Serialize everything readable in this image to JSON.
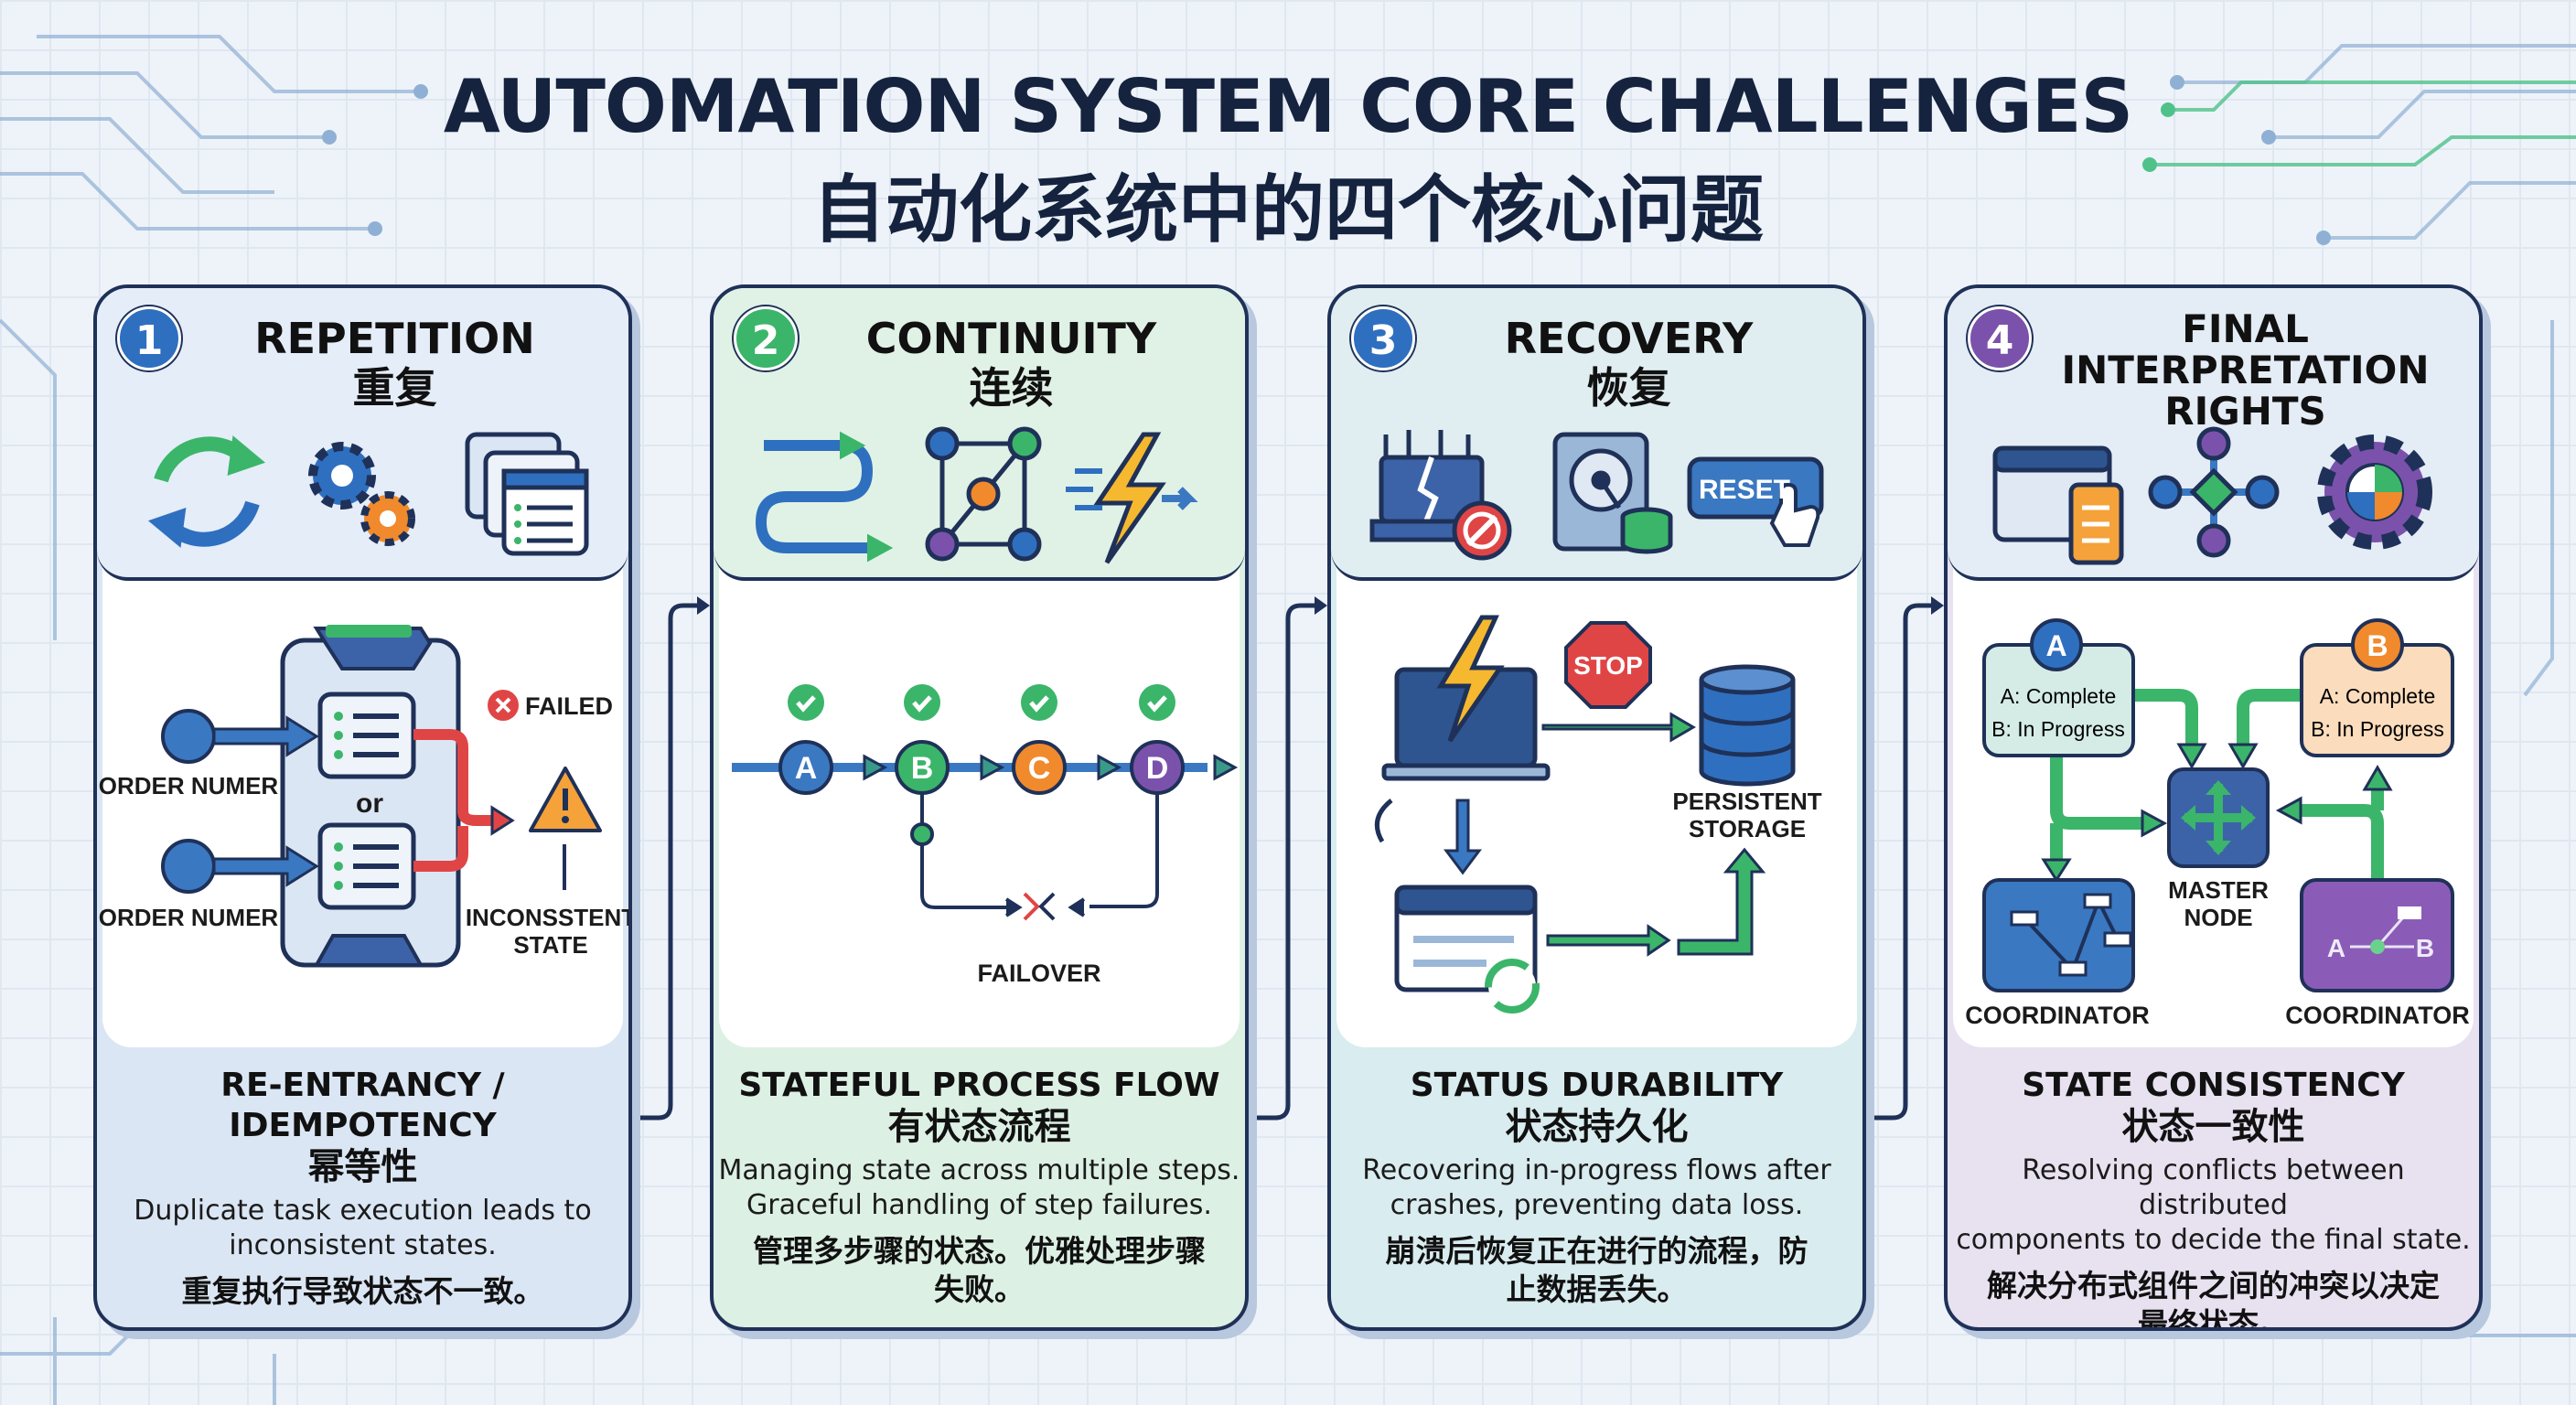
{
  "header": {
    "title_en": "AUTOMATION SYSTEM CORE CHALLENGES",
    "title_zh": "自动化系统中的四个核心问题"
  },
  "colors": {
    "navy": "#1f3158",
    "blue": "#2f6fbf",
    "green": "#3bb56a",
    "orange": "#f08a2c",
    "purple": "#7b52ab",
    "red": "#e04545"
  },
  "panels": [
    {
      "number": "1",
      "title_en": "REPETITION",
      "title_zh": "重复",
      "icons": [
        "refresh-icon",
        "gears-icon",
        "documents-icon"
      ],
      "diagram": {
        "input_a": "ORDER NUMER",
        "input_b": "ORDER NUMER",
        "or": "or",
        "failed": "FAILED",
        "result_line1": "INCONSSTENT",
        "result_line2": "STATE"
      },
      "subtitle_en": "RE-ENTRANCY / IDEMPOTENCY",
      "subtitle_zh": "幂等性",
      "desc_en": [
        "Duplicate task execution leads to",
        "inconsistent states."
      ],
      "desc_zh": [
        "重复执行导致状态不一致。"
      ]
    },
    {
      "number": "2",
      "title_en": "CONTINUITY",
      "title_zh": "连续",
      "icons": [
        "flow-arrows-icon",
        "process-graph-icon",
        "lightning-icon"
      ],
      "diagram": {
        "steps": [
          "A",
          "B",
          "C",
          "D"
        ],
        "failover": "FAILOVER"
      },
      "subtitle_en": "STATEFUL PROCESS FLOW",
      "subtitle_zh": "有状态流程",
      "desc_en": [
        "Managing state across multiple steps.",
        "Graceful handling of step failures."
      ],
      "desc_zh": [
        "管理多步骤的状态。优雅处理步骤",
        "失败。"
      ]
    },
    {
      "number": "3",
      "title_en": "RECOVERY",
      "title_zh": "恢复",
      "icons": [
        "crashed-server-icon",
        "hard-disk-icon",
        "reset-button-icon"
      ],
      "reset_label": "RESET",
      "diagram": {
        "stop": "STOP",
        "storage_line1": "PERSISTENT",
        "storage_line2": "STORAGE"
      },
      "subtitle_en": "STATUS DURABILITY",
      "subtitle_zh": "状态持久化",
      "desc_en": [
        "Recovering in-progress flows after",
        "crashes, preventing data loss."
      ],
      "desc_zh": [
        "崩溃后恢复正在进行的流程，防",
        "止数据丢失。"
      ]
    },
    {
      "number": "4",
      "title_lines": [
        "FINAL",
        "INTERPRETATION",
        "RIGHTS"
      ],
      "icons": [
        "browser-mobile-icon",
        "network-node-icon",
        "settings-gear-icon"
      ],
      "diagram": {
        "node_a": "A",
        "node_b": "B",
        "status_a1": "A: Complete",
        "status_a2": "B: In Progress",
        "status_b1": "A: Complete",
        "status_b2": "B: In Progress",
        "master_line1": "MASTER",
        "master_line2": "NODE",
        "coord_left": "COORDINATOR",
        "coord_right": "COORDINATOR",
        "ab_a": "A",
        "ab_b": "B"
      },
      "subtitle_en": "STATE CONSISTENCY",
      "subtitle_zh": "状态一致性",
      "desc_en": [
        "Resolving conflicts between distributed",
        "components to decide the final state."
      ],
      "desc_zh": [
        "解决分布式组件之间的冲突以决定",
        "最终状态。"
      ]
    }
  ]
}
